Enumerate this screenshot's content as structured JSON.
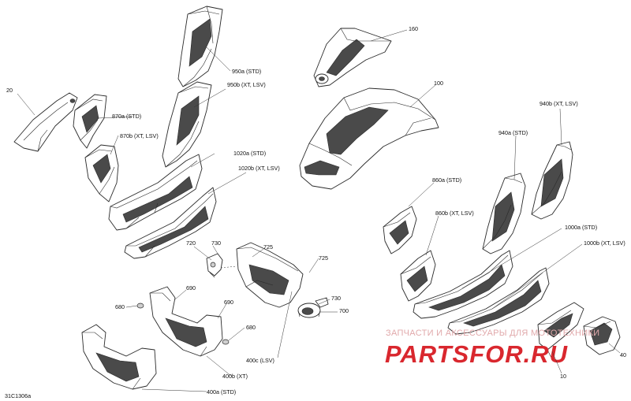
{
  "diagram": {
    "figure_code": "31C1306a",
    "callouts": {
      "c20": "20",
      "c870a": "870a (STD)",
      "c870b": "870b (XT, LSV)",
      "c950a": "950a (STD)",
      "c950b": "950b (XT, LSV)",
      "c1020a": "1020a (STD)",
      "c1020b": "1020b (XT, LSV)",
      "c720": "720",
      "c730a": "730",
      "c725a": "725",
      "c725b": "725",
      "c730b": "730",
      "c700": "700",
      "c690a": "690",
      "c690b": "690",
      "c680a": "680",
      "c680b": "680",
      "c400c": "400c (LSV)",
      "c400b": "400b (XT)",
      "c400a": "400a (STD)",
      "c160": "160",
      "c100": "100",
      "c940a": "940a (STD)",
      "c940b": "940b (XT, LSV)",
      "c860a": "860a (STD)",
      "c860b": "860b (XT, LSV)",
      "c1000a": "1000a (STD)",
      "c1000b": "1000b (XT, LSV)",
      "c10": "10",
      "c40": "40"
    }
  },
  "watermark": {
    "subtitle": "ЗАПЧАСТИ И АКСЕССУАРЫ ДЛЯ МОТОТЕХНИКИ",
    "brand": "PARTSFOR.RU",
    "color": "#d9272e"
  }
}
